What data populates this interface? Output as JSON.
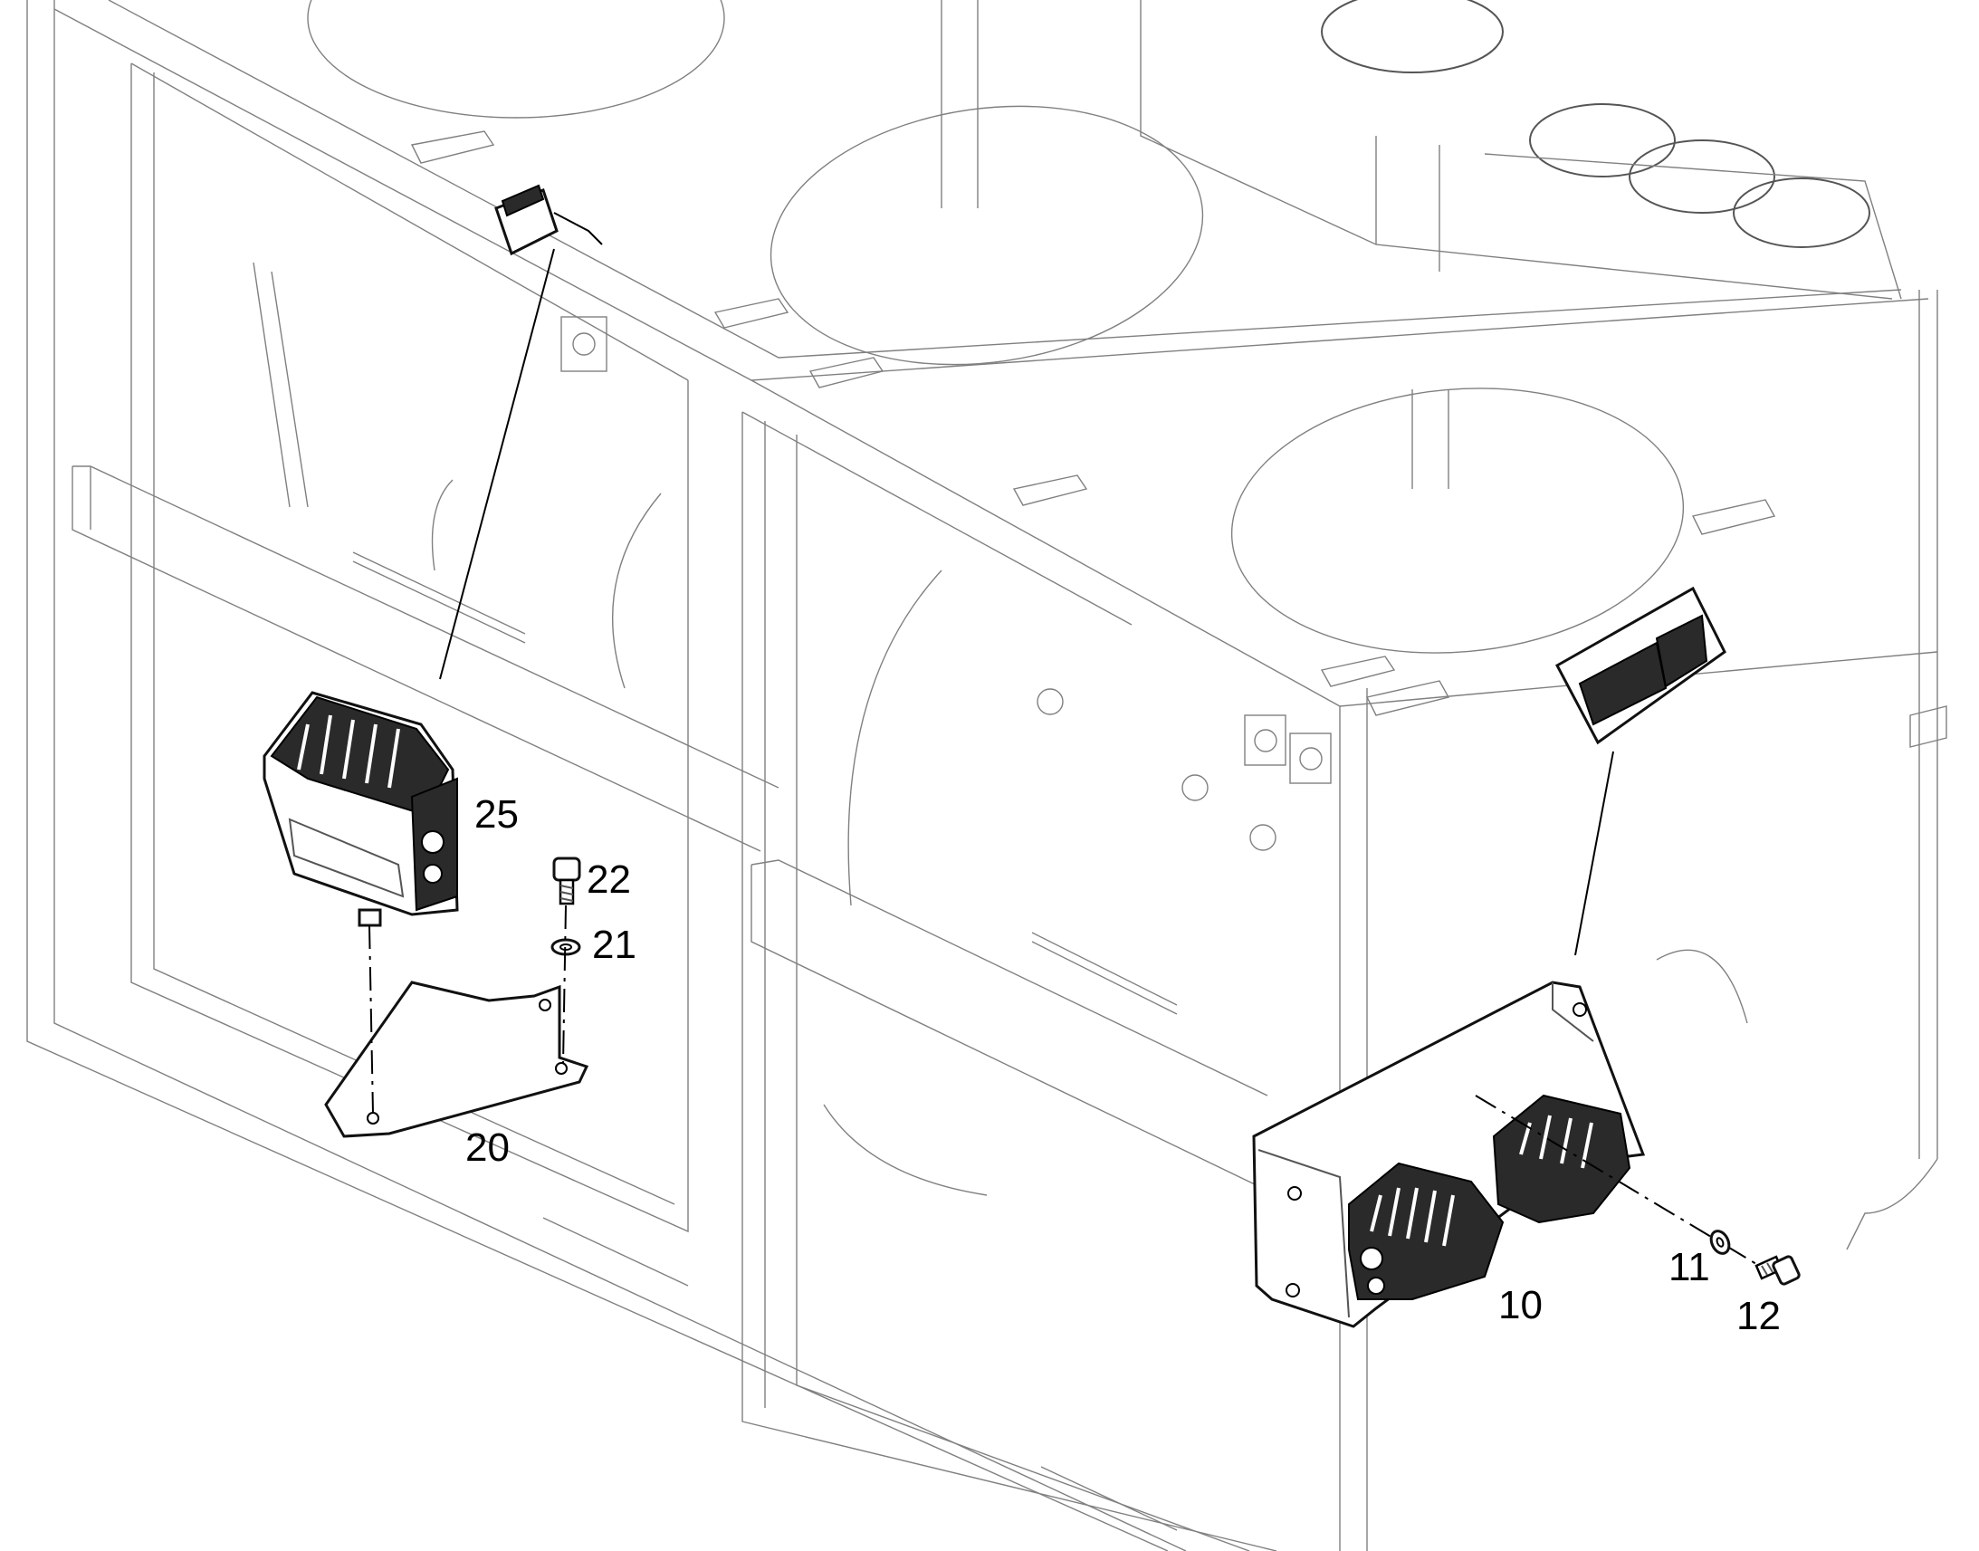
{
  "callouts": {
    "c10": "10",
    "c11": "11",
    "c12": "12",
    "c20": "20",
    "c21": "21",
    "c22": "22",
    "c25": "25"
  },
  "colors": {
    "background": "#ffffff",
    "line": "#000000",
    "frame": "#808080"
  }
}
